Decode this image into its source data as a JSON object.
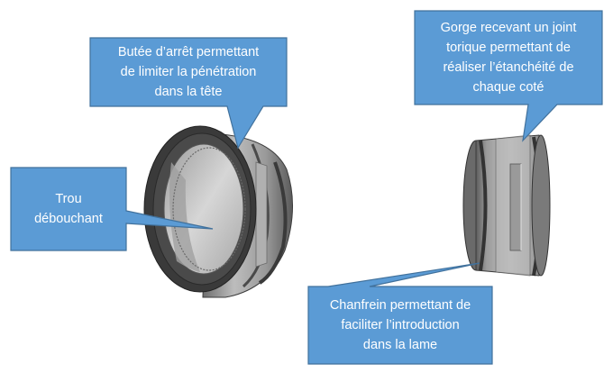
{
  "colors": {
    "callout_fill": "#5b9bd5",
    "callout_stroke": "#41719c",
    "part_dark": "#3a3a3a",
    "part_mid": "#8a8a8a",
    "part_light": "#c8c8c8"
  },
  "callouts": {
    "butee": [
      "Butée d’arrêt permettant",
      "de limiter la pénétration",
      "dans la tête"
    ],
    "trou": [
      "Trou",
      "débouchant"
    ],
    "gorge": [
      "Gorge recevant un joint",
      "torique permettant de",
      "réaliser l’étanchéité de",
      "chaque coté"
    ],
    "chanfrein": [
      "Chanfrein permettant de",
      "faciliter l’introduction",
      "dans la lame"
    ]
  }
}
